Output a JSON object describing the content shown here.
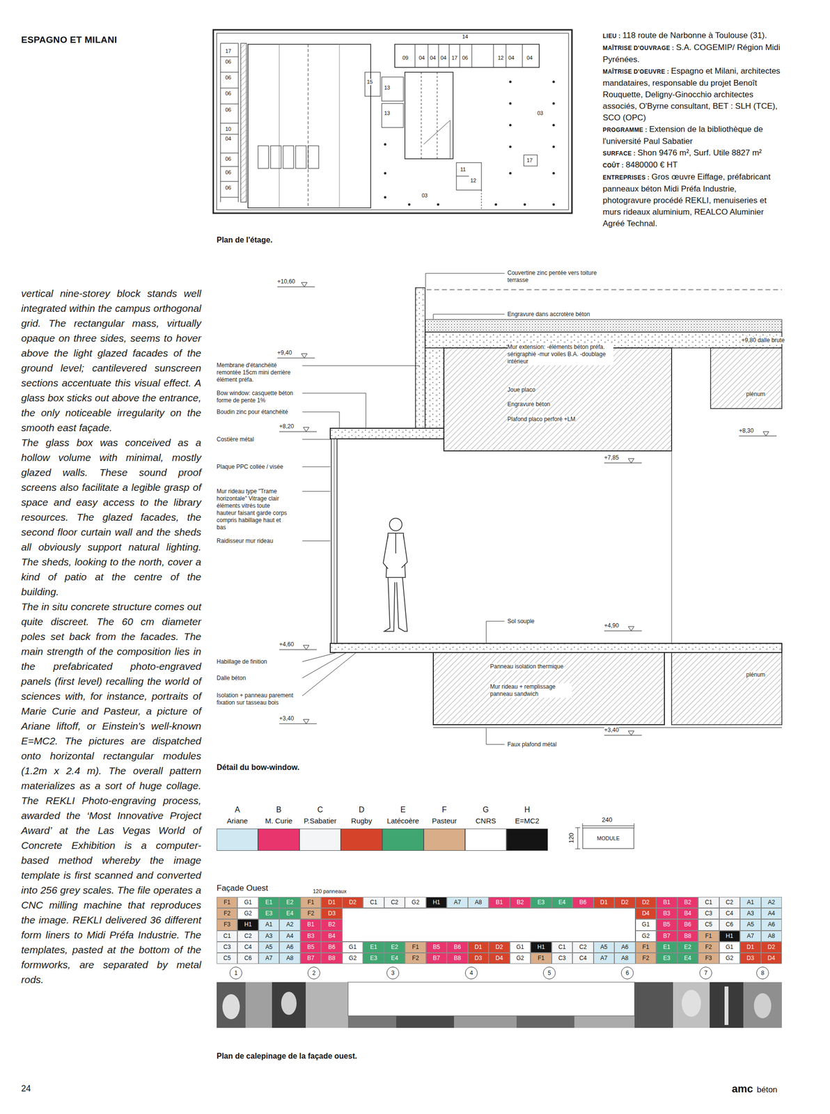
{
  "diagram": {
    "title": "ESPAGNO ET MILANI",
    "nodes": [
      {
        "text": [
          "MODULE"
        ]
      },
      {
        "text": [
          "1"
        ]
      },
      {
        "text": [
          "2"
        ]
      },
      {
        "text": [
          "3"
        ]
      },
      {
        "text": [
          "4"
        ]
      },
      {
        "text": [
          "5"
        ]
      },
      {
        "text": [
          "6"
        ]
      },
      {
        "text": [
          "7"
        ]
      },
      {
        "text": [
          "8"
        ]
      }
    ],
    "labels": [
      "Plan de l'étage.",
      "17",
      "06",
      "06",
      "06",
      "06",
      "10",
      "04",
      "06",
      "06",
      "06",
      "14",
      "09",
      "04",
      "04",
      "04",
      "17",
      "06",
      "12",
      "04",
      "04",
      "15",
      "13",
      "13",
      "03",
      "03",
      "11",
      "12",
      "17",
      "LIEU :",
      "118 route de Narbonne à Toulouse (31).",
      "MAÎTRISE D'OUVRAGE :",
      "S.A. COGEMIP/ Région Midi Pyrénées.",
      "MAÎTRISE D'OEUVRE :",
      "Espagno et Milani, architectes mandataires, responsable du projet Benoît Rouquette, Deligny-Ginocchio architectes associés, O'Byrne consultant, BET : SLH (TCE), SCO (OPC)",
      "PROGRAMME :",
      "Extension de la bibliothèque de l'université Paul Sabatier",
      "SURFACE :",
      "Shon 9476 m², Surf. Utile 8827 m²",
      "COÛT :",
      "8480000 € HT",
      "ENTREPRISES :",
      "Gros œuvre Eiffage, préfabricant panneaux béton Midi Préfa Industrie, photogravure procédé REKLI, menuiseries et murs rideaux aluminium, REALCO Aluminier Agréé Technal.",
      "vertical nine-storey block stands well integrated within the campus orthogonal grid. The rectangular mass, virtually opaque on three sides, seems to hover above the light glazed facades of the ground level; cantilevered sunscreen sections accentuate this visual effect. A glass box sticks out above the entrance, the only noticeable irregularity on the smooth east façade.",
      "The glass box was conceived as a hollow volume with minimal, mostly glazed walls. These sound proof screens also facilitate a legible grasp of space and easy access to the library resources. The glazed facades, the second floor curtain wall and the sheds all obviously support natural lighting. The sheds, looking to the north, cover a kind of patio at the centre of the building.",
      "The in situ concrete structure comes out quite discreet. The 60 cm diameter poles set back from the facades. The main strength of the composition lies in the prefabricated photo-engraved panels (first level) recalling the world of sciences with, for instance, portraits of Marie Curie and Pasteur, a picture of Ariane liftoff, or Einstein's well-known E=MC2. The pictures are dispatched onto horizontal rectangular modules (1.2m x 2.4 m). The overall pattern materializes as a sort of huge collage. The REKLI Photo-engraving process, awarded the ‘Most Innovative Project Award’ at the Las Vegas World of Concrete Exhibition is a computer-based method whereby the image template is first scanned and converted into 256 grey scales. The file operates a CNC milling machine that reproduces the image. REKLI delivered 36 different form liners to Midi Préfa Industrie. The templates, pasted at the bottom of the formworks, are separated by metal rods.",
      "+10,60",
      "+9,40",
      "+8,20",
      "+4,60",
      "+3,40",
      "Couvertine zinc pentée vers toiture terrasse",
      "Engravure dans accrotère béton",
      "+9,80 dalle brute",
      "Membrane d'étanchéité remontée 15cm mini derrière élément préfa.",
      "Bow window: casquette béton forme de pente 1%",
      "Boudin zinc pour étanchéité",
      "Costière métal",
      "Mur extension: -éléments béton préfa. sérigraphié -mur voiles B.A. -doublage intérieur",
      "plénum",
      "Joue placo",
      "Engravure béton",
      "Plafond placo perforé +LM",
      "+8,30",
      "+7,85",
      "Plaque PPC collée / visée",
      "Mur rideau type \"Trame horizontale\" Vitrage clair éléments vitrés toute hauteur faisant garde corps compris habillage haut et bas",
      "Raidisseur mur rideau",
      "Sol souple",
      "+4,90",
      "Habillage de finition",
      "Panneau isolation thermique",
      "Dalle béton",
      "Mur rideau + remplissage panneau sandwich",
      "Isolation + panneau parement fixation sur tasseau bois",
      "plénum",
      "+3,40",
      "Faux plafond métal",
      "Détail du bow-window.",
      "A",
      "B",
      "C",
      "D",
      "E",
      "F",
      "G",
      "H",
      "240",
      "120",
      "Façade Ouest",
      "120 panneaux",
      "F1",
      "G1",
      "E1",
      "E2",
      "F1",
      "D1",
      "D2",
      "C1",
      "C2",
      "G2",
      "H1",
      "A7",
      "A8",
      "B1",
      "B2",
      "E3",
      "E4",
      "B6",
      "D1",
      "D2",
      "D2",
      "B1",
      "B2",
      "C1",
      "C2",
      "A1",
      "A2",
      "F2",
      "G2",
      "E3",
      "E4",
      "F2",
      "D3",
      "D4",
      "B3",
      "B4",
      "C3",
      "C4",
      "A3",
      "A4",
      "F3",
      "H1",
      "A1",
      "A2",
      "B1",
      "B2",
      "G1",
      "B5",
      "B6",
      "C5",
      "C6",
      "A5",
      "A6",
      "C1",
      "C2",
      "A3",
      "A4",
      "B3",
      "B4",
      "G2",
      "B7",
      "B8",
      "F1",
      "H1",
      "A7",
      "A8",
      "C3",
      "C4",
      "A5",
      "A6",
      "B5",
      "B6",
      "G1",
      "E1",
      "E2",
      "F1",
      "B5",
      "B6",
      "D1",
      "D2",
      "G1",
      "H1",
      "C1",
      "C2",
      "A5",
      "A6",
      "F1",
      "E1",
      "E2",
      "F2",
      "G1",
      "D1",
      "D2",
      "C5",
      "C6",
      "A7",
      "A8",
      "B7",
      "B8",
      "G2",
      "E3",
      "E4",
      "F2",
      "B7",
      "B8",
      "D3",
      "D4",
      "G2",
      "F1",
      "C3",
      "C4",
      "A7",
      "A8",
      "F2",
      "E3",
      "E4",
      "F3",
      "G2",
      "D3",
      "D4",
      "Plan de calepinage de la façade ouest.",
      "24",
      "amc",
      "béton"
    ],
    "legend": [
      {
        "text": "Ariane",
        "color": "#cfe8f1"
      },
      {
        "text": "M. Curie",
        "color": "#e8356e"
      },
      {
        "text": "P.Sabatier",
        "color": "#f3f5f7"
      },
      {
        "text": "Rugby",
        "color": "#d6432b"
      },
      {
        "text": "Latécoère",
        "color": "#3fa672"
      },
      {
        "text": "Pasteur",
        "color": "#d8ad88"
      },
      {
        "text": "CNRS",
        "color": "#ffffff"
      },
      {
        "text": "E=MC2",
        "color": "#141414"
      }
    ]
  }
}
